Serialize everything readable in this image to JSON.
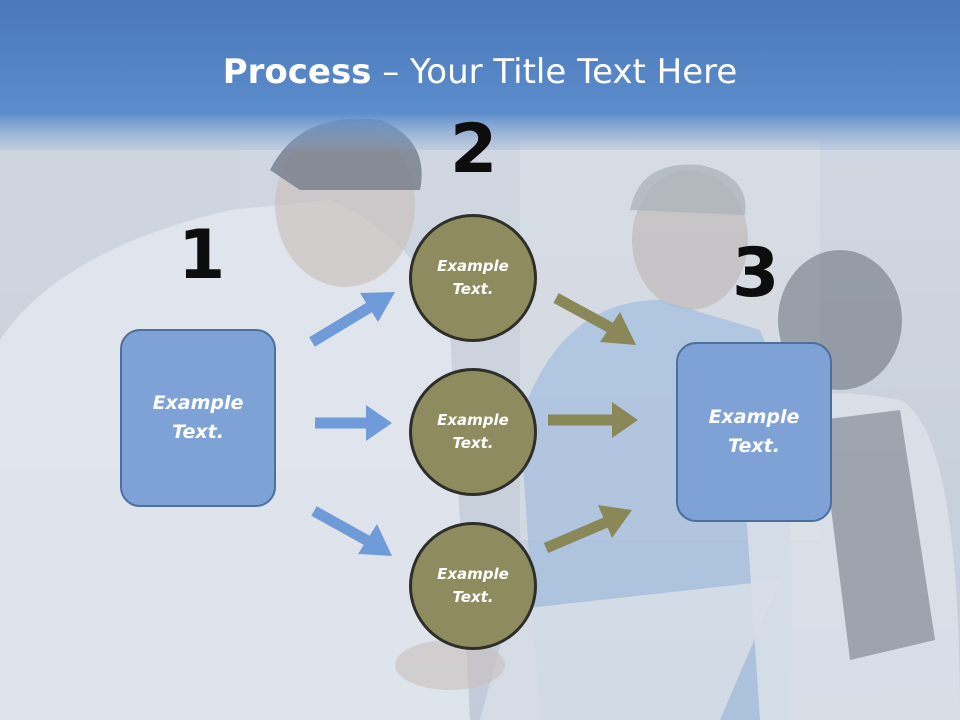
{
  "title": {
    "bold": "Process",
    "rest": " – Your Title Text Here"
  },
  "steps": [
    {
      "number": "1",
      "texts": [
        "Example\nText."
      ]
    },
    {
      "number": "2",
      "texts": [
        "Example\nText.",
        "Example\nText.",
        "Example\nText."
      ]
    },
    {
      "number": "3",
      "texts": [
        "Example\nText."
      ]
    }
  ],
  "colors": {
    "title_bar": "#4a7fc2",
    "box_fill": "#7ea2d6",
    "circle_fill": "#8e8c5f",
    "arrow_blue": "#6f9bd8",
    "arrow_olive": "#8a8858"
  }
}
